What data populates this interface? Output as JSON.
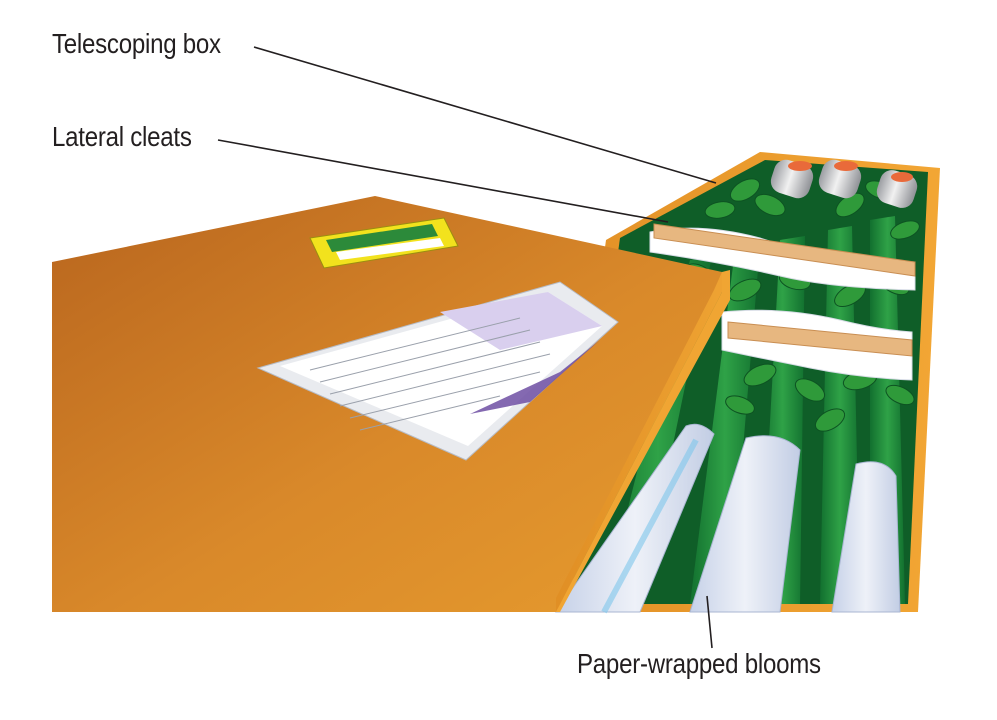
{
  "callouts": {
    "telescoping_box": "Telescoping box",
    "lateral_cleats": "Lateral cleats",
    "paper_wrapped_blooms": "Paper-wrapped blooms"
  },
  "colors": {
    "box_top": "#cf7d22",
    "box_side": "#e89a2a",
    "leaf": "#2f9a3a",
    "stem": "#1f8a3c",
    "paper": "#dfe6f2",
    "cleat": "#e7b780",
    "wrap": "#ffffff",
    "label_text": "#231f20",
    "sticker_yellow": "#f2e21d",
    "sticker_green": "#2c8a3a"
  },
  "icons": {
    "box": "shipping-box-illustration",
    "sticker": "fragile-sticker",
    "document": "shipping-document-pouch"
  }
}
